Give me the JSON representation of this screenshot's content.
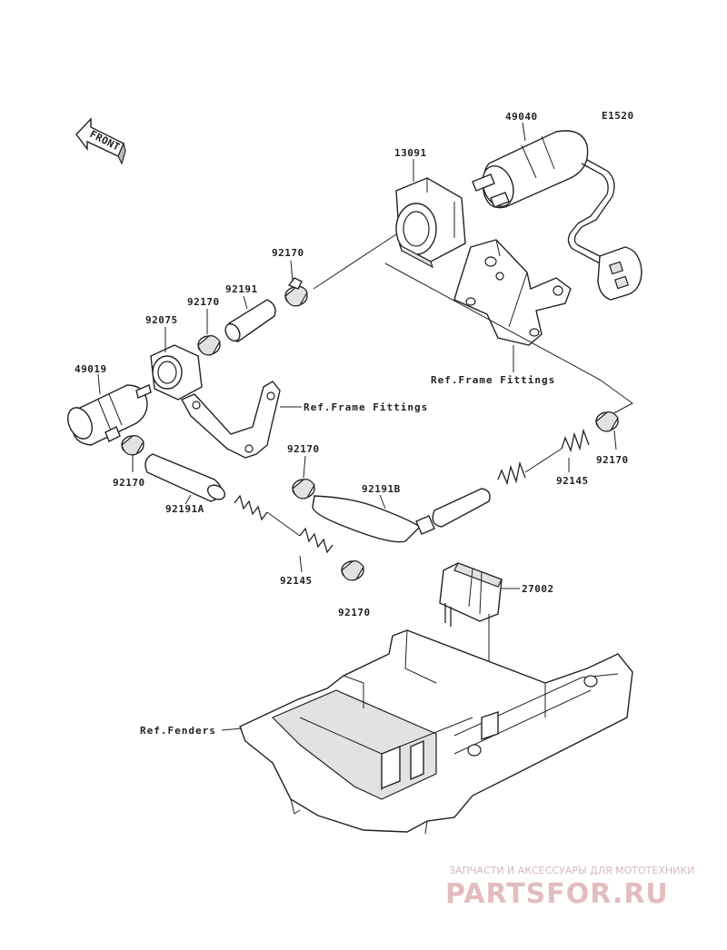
{
  "diagram_code": "E1520",
  "front_label": "FRONT",
  "parts": {
    "p49040": "49040",
    "p13091": "13091",
    "p92170_a": "92170",
    "p92191": "92191",
    "p92170_b": "92170",
    "p92075": "92075",
    "p49019": "49019",
    "p92170_c": "92170",
    "p92191A": "92191A",
    "p92170_d": "92170",
    "p92191B": "92191B",
    "p92145_a": "92145",
    "p92170_e": "92170",
    "p92145_b": "92145",
    "p92170_f": "92170",
    "p27002": "27002"
  },
  "refs": {
    "frame_fittings_1": "Ref.Frame Fittings",
    "frame_fittings_2": "Ref.Frame Fittings",
    "fenders": "Ref.Fenders"
  },
  "watermark": {
    "tagline": "ЗАПЧАСТИ И АКСЕССУАРЫ ДЛЯ МОТОТЕХНИКИ",
    "logo": "PARTSFOR.RU"
  }
}
